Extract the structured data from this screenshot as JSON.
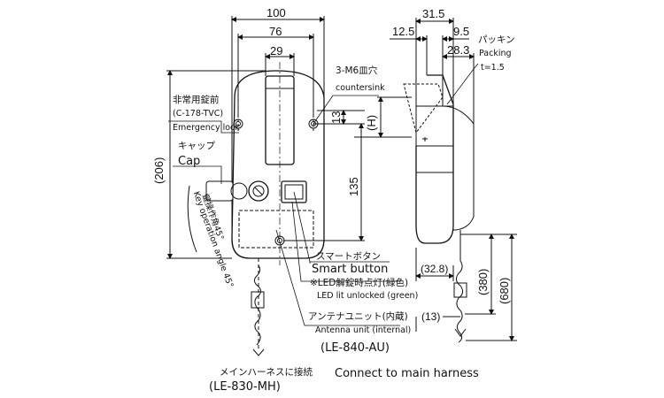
{
  "dimensions": {
    "width_100": "100",
    "width_76": "76",
    "width_29": "29",
    "height_206": "(206)",
    "height_13": "13",
    "height_H": "(H)",
    "height_135": "135",
    "side_31_5": "31.5",
    "side_12_5": "12.5",
    "side_9_5": "9.5",
    "side_28_3": "28.3",
    "side_32_8": "(32.8)",
    "side_380": "(380)",
    "side_680": "(680)",
    "side_13": "(13)"
  },
  "labels": {
    "countersink_jp": "3-M6皿穴",
    "countersink_en": "countersink",
    "emergency_jp": "非常用錠前",
    "emergency_model": "(C-178-TVC)",
    "emergency_en": "Emergency lock",
    "cap_jp": "キャップ",
    "cap_en": "Cap",
    "key_angle_jp": "鍵操作角45°",
    "key_angle_en": "Key operation angle 45°",
    "packing_jp": "パッキン",
    "packing_en": "Packing",
    "packing_t": "t=1.5",
    "smart_jp": "スマートボタン",
    "smart_en": "Smart button",
    "led_jp": "※LED解錠時点灯(緑色)",
    "led_en": "LED lit unlocked (green)",
    "antenna_jp": "アンテナユニット(内蔵)",
    "antenna_en": "Antenna unit (internal)",
    "antenna_model": "(LE-840-AU)",
    "harness_jp": "メインハーネスに接続",
    "harness_model": "(LE-830-MH)",
    "harness_en": "Connect to main harness"
  }
}
